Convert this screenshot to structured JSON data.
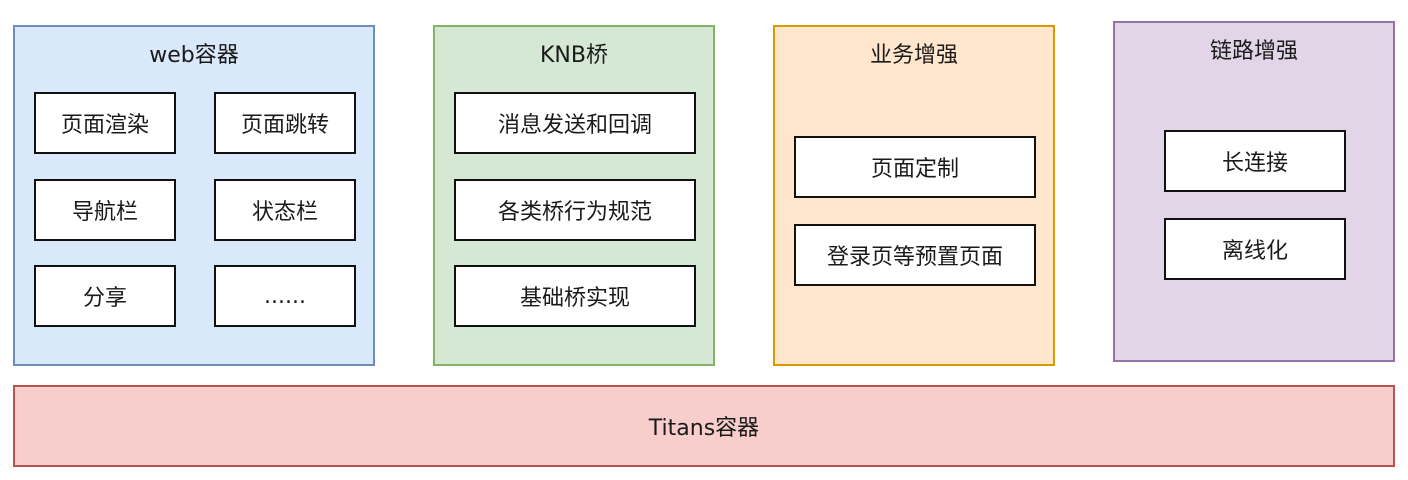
{
  "colors": {
    "web_fill": "#dae8fc",
    "web_border": "#6c8ebf",
    "knb_fill": "#d5e8d4",
    "knb_border": "#82b366",
    "biz_fill": "#ffe6cc",
    "biz_border": "#d79b00",
    "link_fill": "#e1d5e7",
    "link_border": "#9673a6",
    "titans_fill": "#f8cecc",
    "titans_border": "#b85450"
  },
  "web": {
    "title": "web容器",
    "items": [
      "页面渲染",
      "页面跳转",
      "导航栏",
      "状态栏",
      "分享",
      "......"
    ]
  },
  "knb": {
    "title": "KNB桥",
    "items": [
      "消息发送和回调",
      "各类桥行为规范",
      "基础桥实现"
    ]
  },
  "business": {
    "title": "业务增强",
    "items": [
      "页面定制",
      "登录页等预置页面"
    ]
  },
  "link": {
    "title": "链路增强",
    "items": [
      "长连接",
      "离线化"
    ]
  },
  "titans": {
    "label": "Titans容器"
  }
}
